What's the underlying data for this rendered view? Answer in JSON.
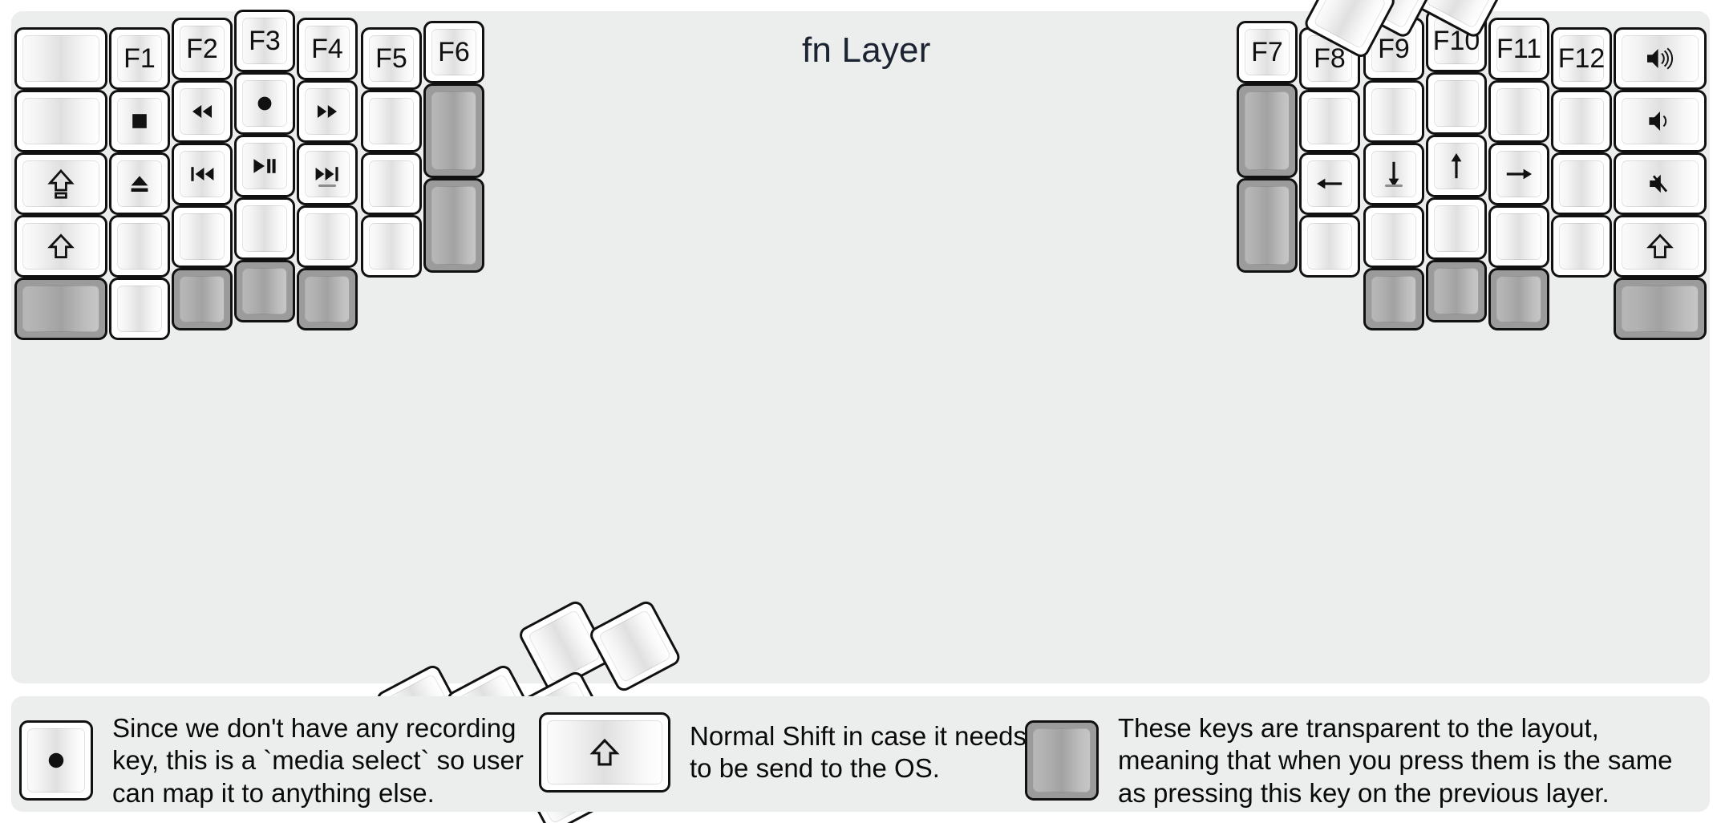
{
  "title": "fn Layer",
  "colors": {
    "background": "#eceded",
    "key_fill": "#ffffff",
    "key_border": "#111111",
    "transparent_key": "#9b9b9b",
    "label": "#111111",
    "title": "#1b2430"
  },
  "legend": [
    {
      "key_icon": "record-icon",
      "key_variant": "normal",
      "text": "Since we don't have any recording\nkey, this is a `media select` so user\ncan map it to anything else."
    },
    {
      "key_icon": "shift-icon",
      "key_variant": "normal",
      "text": "Normal Shift in case it needs\nto be send to the OS."
    },
    {
      "key_icon": "none",
      "key_variant": "transparent",
      "text": "These keys are transparent to the layout,\nmeaning that when you press them is the same\nas pressing this key on the previous layer."
    }
  ],
  "left_half": {
    "columns": [
      {
        "name": "col-pinky-outer",
        "keys": [
          {
            "label": "",
            "icon": "none",
            "variant": "normal"
          },
          {
            "label": "",
            "icon": "none",
            "variant": "normal"
          },
          {
            "label": "",
            "icon": "caps-lock-icon",
            "variant": "normal"
          },
          {
            "label": "",
            "icon": "shift-icon",
            "variant": "normal"
          },
          {
            "label": "",
            "icon": "none",
            "variant": "transparent"
          }
        ]
      },
      {
        "name": "col-pinky",
        "keys": [
          {
            "label": "F1",
            "icon": "none",
            "variant": "normal"
          },
          {
            "label": "",
            "icon": "media-stop-icon",
            "variant": "normal"
          },
          {
            "label": "",
            "icon": "eject-icon",
            "variant": "normal"
          },
          {
            "label": "",
            "icon": "none",
            "variant": "normal"
          },
          {
            "label": "",
            "icon": "none",
            "variant": "normal"
          }
        ]
      },
      {
        "name": "col-ring",
        "keys": [
          {
            "label": "F2",
            "icon": "none",
            "variant": "normal"
          },
          {
            "label": "",
            "icon": "rewind-icon",
            "variant": "normal"
          },
          {
            "label": "",
            "icon": "previous-track-icon",
            "variant": "normal"
          },
          {
            "label": "",
            "icon": "none",
            "variant": "normal"
          },
          {
            "label": "",
            "icon": "none",
            "variant": "transparent"
          }
        ]
      },
      {
        "name": "col-middle",
        "keys": [
          {
            "label": "F3",
            "icon": "none",
            "variant": "normal"
          },
          {
            "label": "",
            "icon": "record-icon",
            "variant": "normal"
          },
          {
            "label": "",
            "icon": "play-pause-icon",
            "variant": "normal"
          },
          {
            "label": "",
            "icon": "none",
            "variant": "normal"
          },
          {
            "label": "",
            "icon": "none",
            "variant": "transparent"
          }
        ]
      },
      {
        "name": "col-index",
        "keys": [
          {
            "label": "F4",
            "icon": "none",
            "variant": "normal"
          },
          {
            "label": "",
            "icon": "fast-forward-icon",
            "variant": "normal"
          },
          {
            "label": "",
            "icon": "next-track-icon",
            "variant": "normal",
            "underbar": true
          },
          {
            "label": "",
            "icon": "none",
            "variant": "normal"
          },
          {
            "label": "",
            "icon": "none",
            "variant": "transparent"
          }
        ]
      },
      {
        "name": "col-inner",
        "keys": [
          {
            "label": "F5",
            "icon": "none",
            "variant": "normal"
          },
          {
            "label": "",
            "icon": "none",
            "variant": "normal"
          },
          {
            "label": "",
            "icon": "none",
            "variant": "normal"
          },
          {
            "label": "",
            "icon": "none",
            "variant": "normal"
          }
        ]
      },
      {
        "name": "col-innermost",
        "keys": [
          {
            "label": "F6",
            "icon": "none",
            "variant": "normal"
          },
          {
            "label": "",
            "icon": "none",
            "variant": "transparent"
          },
          {
            "label": "",
            "icon": "none",
            "variant": "transparent"
          }
        ]
      }
    ],
    "thumb_cluster": [
      {
        "name": "thumb-big-1",
        "icon": "none",
        "variant": "normal"
      },
      {
        "name": "thumb-big-2",
        "icon": "none",
        "variant": "normal"
      },
      {
        "name": "thumb-small-1",
        "icon": "none",
        "variant": "normal"
      },
      {
        "name": "thumb-small-2",
        "icon": "none",
        "variant": "normal"
      },
      {
        "name": "thumb-small-3",
        "icon": "none",
        "variant": "normal"
      },
      {
        "name": "thumb-small-4",
        "icon": "none",
        "variant": "normal"
      }
    ]
  },
  "right_half": {
    "columns": [
      {
        "name": "col-innermost",
        "keys": [
          {
            "label": "F7",
            "icon": "none",
            "variant": "normal"
          },
          {
            "label": "",
            "icon": "none",
            "variant": "transparent"
          },
          {
            "label": "",
            "icon": "none",
            "variant": "transparent"
          }
        ]
      },
      {
        "name": "col-inner",
        "keys": [
          {
            "label": "F8",
            "icon": "none",
            "variant": "normal"
          },
          {
            "label": "",
            "icon": "none",
            "variant": "normal"
          },
          {
            "label": "",
            "icon": "arrow-left-icon",
            "variant": "normal"
          },
          {
            "label": "",
            "icon": "none",
            "variant": "normal"
          }
        ]
      },
      {
        "name": "col-index",
        "keys": [
          {
            "label": "F9",
            "icon": "none",
            "variant": "normal"
          },
          {
            "label": "",
            "icon": "none",
            "variant": "normal"
          },
          {
            "label": "",
            "icon": "arrow-down-icon",
            "variant": "normal",
            "underbar": true
          },
          {
            "label": "",
            "icon": "none",
            "variant": "normal"
          },
          {
            "label": "",
            "icon": "none",
            "variant": "transparent"
          }
        ]
      },
      {
        "name": "col-middle",
        "keys": [
          {
            "label": "F10",
            "icon": "none",
            "variant": "normal"
          },
          {
            "label": "",
            "icon": "none",
            "variant": "normal"
          },
          {
            "label": "",
            "icon": "arrow-up-icon",
            "variant": "normal"
          },
          {
            "label": "",
            "icon": "none",
            "variant": "normal"
          },
          {
            "label": "",
            "icon": "none",
            "variant": "transparent"
          }
        ]
      },
      {
        "name": "col-ring",
        "keys": [
          {
            "label": "F11",
            "icon": "none",
            "variant": "normal"
          },
          {
            "label": "",
            "icon": "none",
            "variant": "normal"
          },
          {
            "label": "",
            "icon": "arrow-right-icon",
            "variant": "normal"
          },
          {
            "label": "",
            "icon": "none",
            "variant": "normal"
          },
          {
            "label": "",
            "icon": "none",
            "variant": "transparent"
          }
        ]
      },
      {
        "name": "col-pinky",
        "keys": [
          {
            "label": "F12",
            "icon": "none",
            "variant": "normal"
          },
          {
            "label": "",
            "icon": "none",
            "variant": "normal"
          },
          {
            "label": "",
            "icon": "none",
            "variant": "normal"
          },
          {
            "label": "",
            "icon": "none",
            "variant": "normal"
          }
        ]
      },
      {
        "name": "col-pinky-outer",
        "keys": [
          {
            "label": "",
            "icon": "volume-up-icon",
            "variant": "normal"
          },
          {
            "label": "",
            "icon": "volume-down-icon",
            "variant": "normal"
          },
          {
            "label": "",
            "icon": "volume-mute-icon",
            "variant": "normal"
          },
          {
            "label": "",
            "icon": "shift-icon",
            "variant": "normal"
          },
          {
            "label": "",
            "icon": "none",
            "variant": "transparent"
          }
        ]
      }
    ],
    "thumb_cluster": [
      {
        "name": "thumb-small-1",
        "icon": "none",
        "variant": "normal"
      },
      {
        "name": "thumb-small-2",
        "icon": "none",
        "variant": "normal"
      },
      {
        "name": "thumb-small-3",
        "icon": "none",
        "variant": "normal"
      },
      {
        "name": "thumb-small-4",
        "icon": "none",
        "variant": "normal"
      },
      {
        "name": "thumb-big-1",
        "icon": "none",
        "variant": "normal"
      },
      {
        "name": "thumb-big-2",
        "icon": "none",
        "variant": "normal"
      }
    ]
  }
}
